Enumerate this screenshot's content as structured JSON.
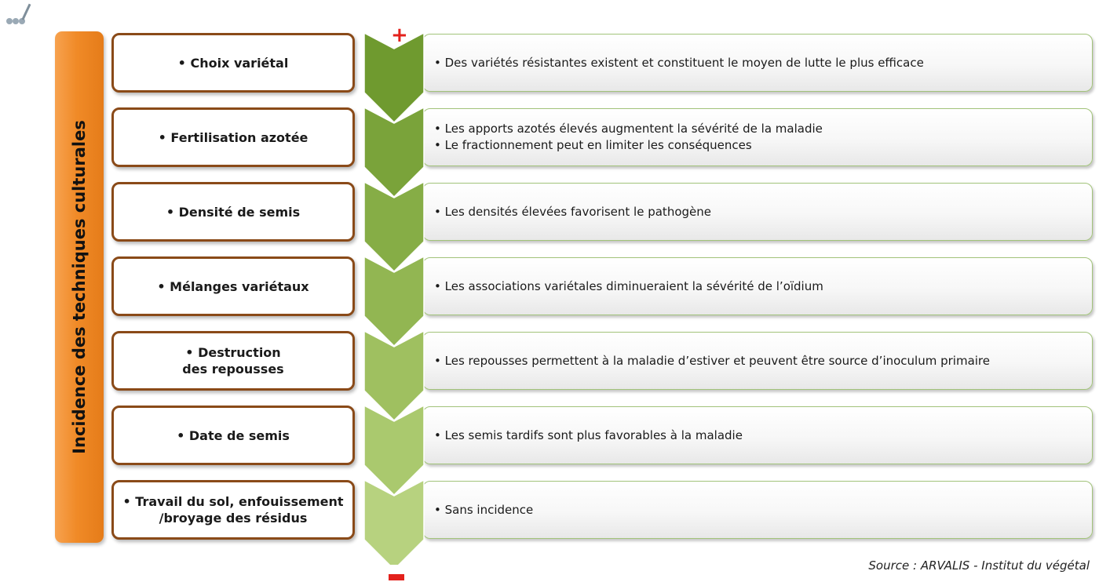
{
  "side_title": "Incidence des techniques culturales",
  "plus_sign": "+",
  "minus_sign": "−",
  "rows": [
    {
      "left": "• Choix variétal",
      "right": [
        "• Des variétés résistantes existent et constituent le moyen de lutte le plus efficace"
      ]
    },
    {
      "left": "• Fertilisation azotée",
      "right": [
        "• Les apports azotés élevés augmentent la sévérité de la maladie",
        "• Le fractionnement peut en limiter les conséquences"
      ]
    },
    {
      "left": "• Densité de semis",
      "right": [
        "• Les densités élevées favorisent le pathogène"
      ]
    },
    {
      "left": "• Mélanges variétaux",
      "right": [
        "• Les associations variétales diminueraient la sévérité de l’oïdium"
      ]
    },
    {
      "left": "• Destruction\ndes repousses",
      "right": [
        "• Les repousses permettent à la maladie d’estiver et peuvent être source d’inoculum primaire"
      ]
    },
    {
      "left": "• Date de semis",
      "right": [
        "• Les semis tardifs sont plus favorables à la maladie"
      ]
    },
    {
      "left": "• Travail du sol, enfouissement\n/broyage des résidus",
      "right": [
        "• Sans incidence"
      ]
    }
  ],
  "chevron_colors": [
    "#6f9a2f",
    "#7aa33a",
    "#86ad46",
    "#92b652",
    "#9fc060",
    "#aac96e",
    "#b7d27f"
  ],
  "accent_color": "#f08a27",
  "source": "Source : ARVALIS - Institut du végétal"
}
